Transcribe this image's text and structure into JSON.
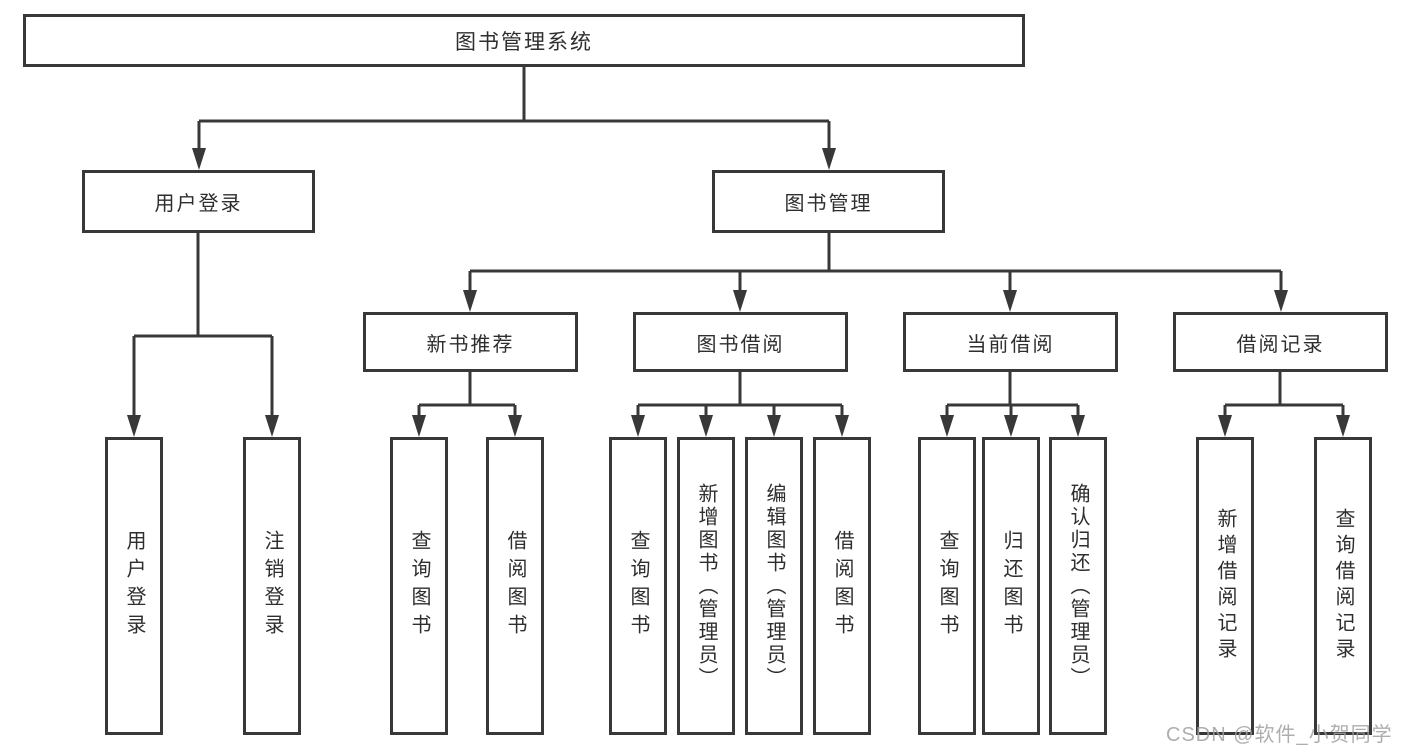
{
  "diagram": {
    "type": "hierarchy-tree",
    "nodes": {
      "root": "图书管理系统",
      "user_login": "用户登录",
      "book_management": "图书管理",
      "new_book_recommend": "新书推荐",
      "book_borrow": "图书借阅",
      "current_borrow": "当前借阅",
      "borrow_records": "借阅记录",
      "ul_user_login": "用户登录",
      "ul_logout": "注销登录",
      "nb_query_books": "查询图书",
      "nb_borrow_books": "借阅图书",
      "bb_query_books": "查询图书",
      "bb_add_books": "新增图书（管理员）",
      "bb_edit_books": "编辑图书（管理员）",
      "bb_borrow_books": "借阅图书",
      "cb_query_books": "查询图书",
      "cb_return_books": "归还图书",
      "cb_confirm_return": "确认归还（管理员）",
      "br_add_record": "新增借阅记录",
      "br_query_record": "查询借阅记录"
    },
    "hierarchy": {
      "root": [
        "user_login",
        "book_management"
      ],
      "user_login": [
        "ul_user_login",
        "ul_logout"
      ],
      "book_management": [
        "new_book_recommend",
        "book_borrow",
        "current_borrow",
        "borrow_records"
      ],
      "new_book_recommend": [
        "nb_query_books",
        "nb_borrow_books"
      ],
      "book_borrow": [
        "bb_query_books",
        "bb_add_books",
        "bb_edit_books",
        "bb_borrow_books"
      ],
      "current_borrow": [
        "cb_query_books",
        "cb_return_books",
        "cb_confirm_return"
      ],
      "borrow_records": [
        "br_add_record",
        "br_query_record"
      ]
    },
    "colors": {
      "line": "#383838",
      "box_border": "#383838",
      "text": "#2e2e2e",
      "background": "#ffffff",
      "watermark": "#a0a0a0"
    }
  },
  "watermark": "CSDN @软件_小贺同学"
}
